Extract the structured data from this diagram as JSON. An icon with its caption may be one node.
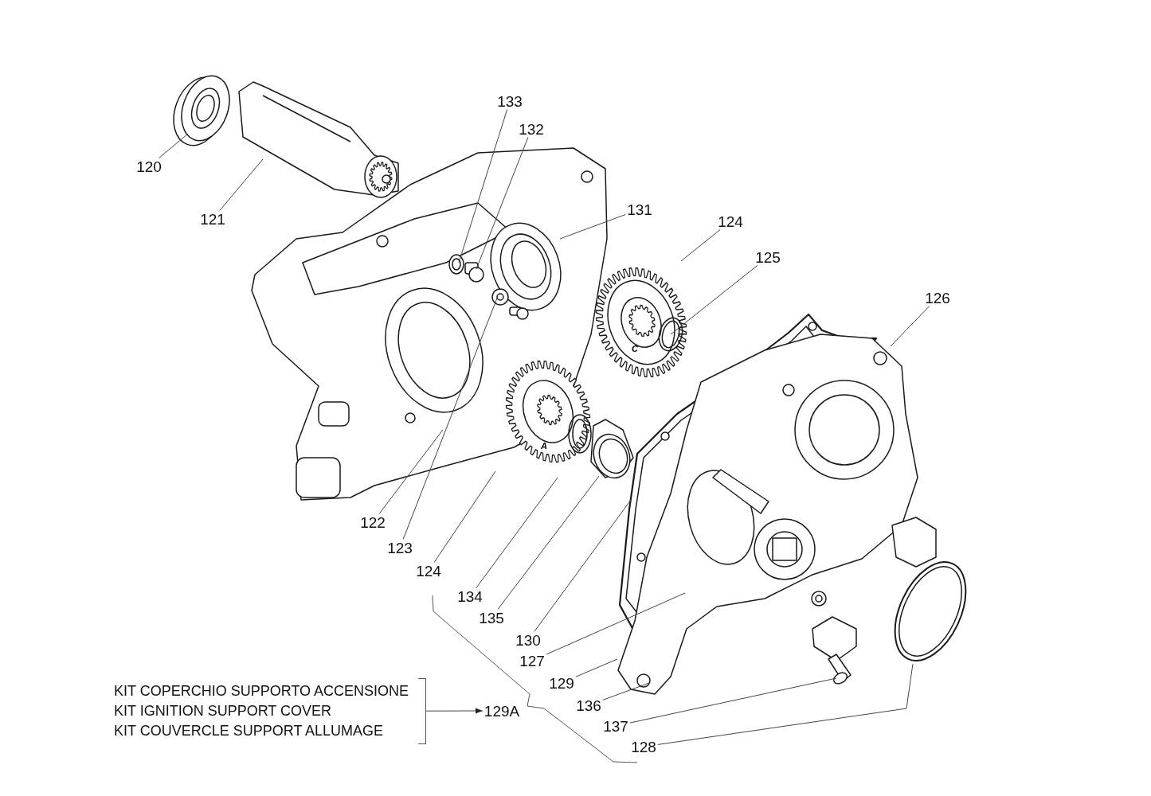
{
  "diagram": {
    "nodes": [
      {
        "text": [
          "133"
        ]
      },
      {
        "text": [
          "132"
        ]
      },
      {
        "text": [
          "120"
        ]
      },
      {
        "text": [
          "131"
        ]
      },
      {
        "text": [
          "121"
        ]
      },
      {
        "text": [
          "124"
        ]
      },
      {
        "text": [
          "125"
        ]
      },
      {
        "text": [
          "126"
        ]
      },
      {
        "text": [
          "122"
        ]
      },
      {
        "text": [
          "123"
        ]
      },
      {
        "text": [
          "124"
        ]
      },
      {
        "text": [
          "134"
        ]
      },
      {
        "text": [
          "135"
        ]
      },
      {
        "text": [
          "130"
        ]
      },
      {
        "text": [
          "127"
        ]
      },
      {
        "text": [
          "129"
        ]
      },
      {
        "text": [
          "KIT COPERCHIO SUPPORTO ACCENSIONE",
          "KIT IGNITION SUPPORT COVER",
          "KIT COUVERCLE SUPPORT ALLUMAGE"
        ]
      },
      {
        "text": [
          "129A"
        ]
      },
      {
        "text": [
          "136"
        ]
      },
      {
        "text": [
          "137"
        ]
      },
      {
        "text": [
          "128"
        ]
      }
    ],
    "edges": [
      {
        "from": 0,
        "to": null,
        "arrow": "none"
      },
      {
        "from": 1,
        "to": null,
        "arrow": "none"
      },
      {
        "from": 2,
        "to": null,
        "arrow": "none"
      },
      {
        "from": 3,
        "to": null,
        "arrow": "none"
      },
      {
        "from": 4,
        "to": null,
        "arrow": "none"
      },
      {
        "from": 5,
        "to": null,
        "arrow": "none"
      },
      {
        "from": 6,
        "to": null,
        "arrow": "none"
      },
      {
        "from": 7,
        "to": null,
        "arrow": "none"
      },
      {
        "from": 8,
        "to": null,
        "arrow": "none"
      },
      {
        "from": 9,
        "to": null,
        "arrow": "none"
      },
      {
        "from": 10,
        "to": null,
        "arrow": "none"
      },
      {
        "from": 11,
        "to": null,
        "arrow": "none"
      },
      {
        "from": 12,
        "to": null,
        "arrow": "none"
      },
      {
        "from": 13,
        "to": null,
        "arrow": "none"
      },
      {
        "from": 14,
        "to": null,
        "arrow": "none"
      },
      {
        "from": 15,
        "to": null,
        "arrow": "none"
      },
      {
        "from": 16,
        "to": 17,
        "arrow": "to"
      },
      {
        "from": 18,
        "to": null,
        "arrow": "none"
      },
      {
        "from": 19,
        "to": null,
        "arrow": "none"
      },
      {
        "from": 20,
        "to": null,
        "arrow": "none"
      }
    ],
    "labels": [
      "C",
      "A"
    ]
  }
}
